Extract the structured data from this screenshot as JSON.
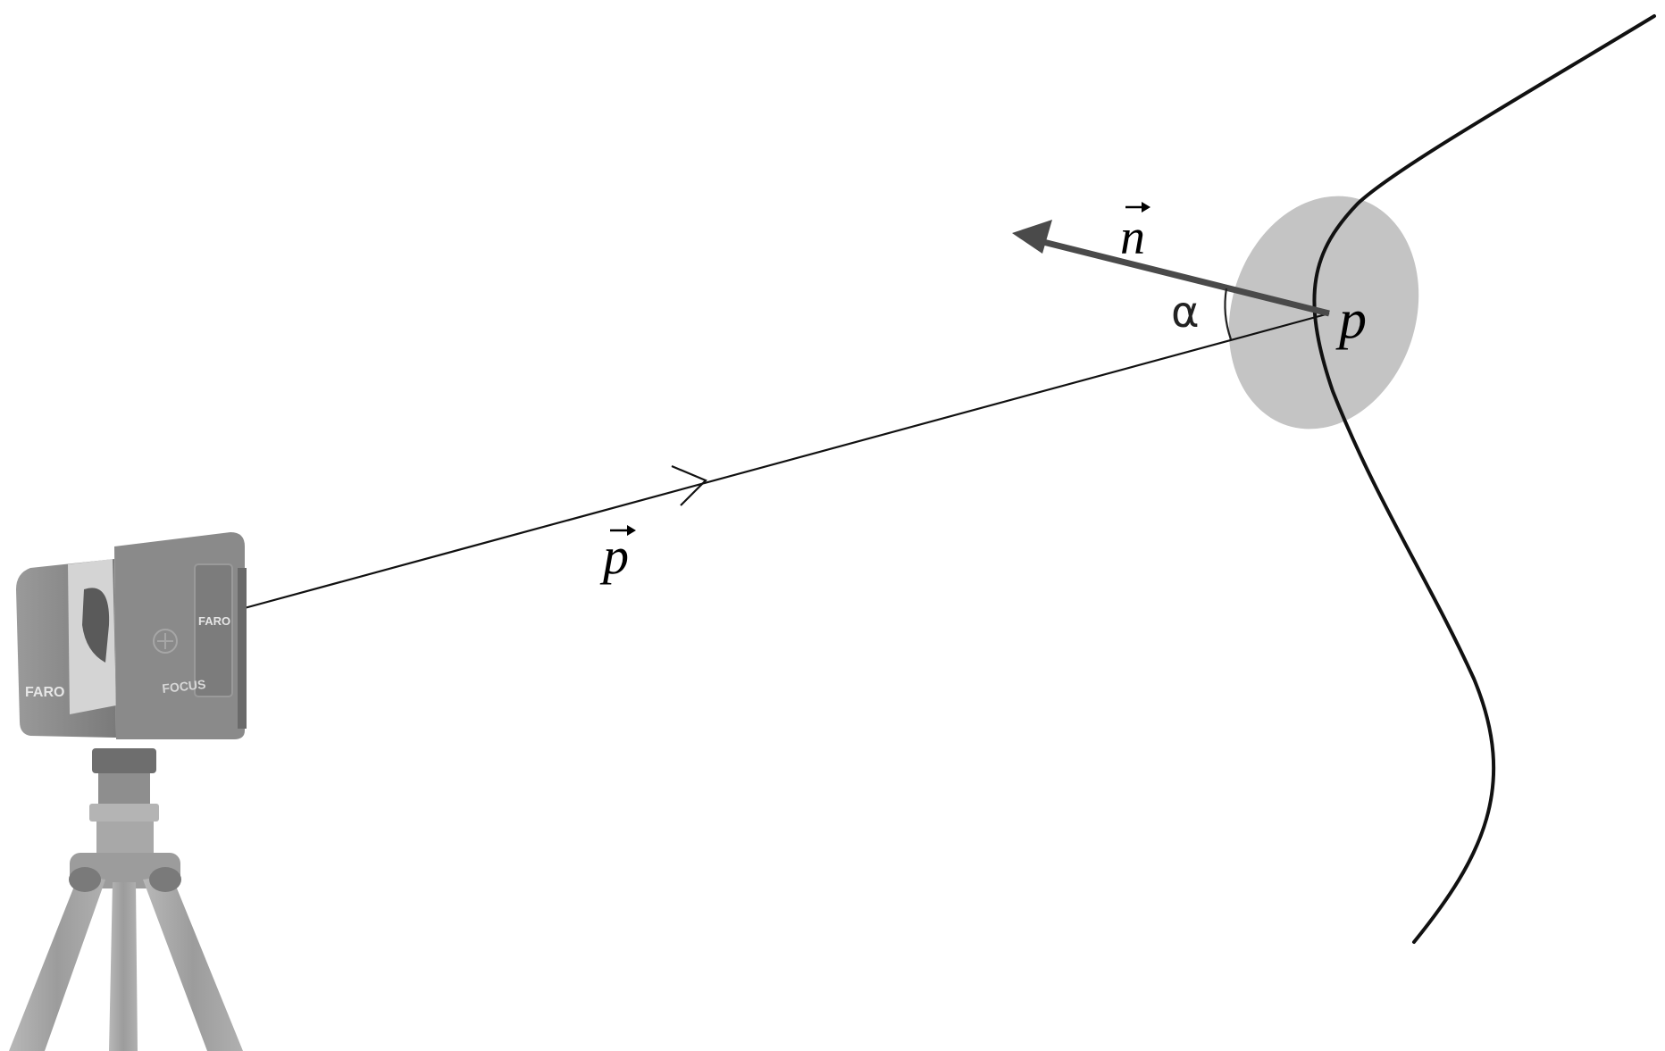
{
  "diagram": {
    "labels": {
      "normal_vector": "n",
      "point": "p",
      "position_vector": "p",
      "angle": "α"
    },
    "scanner": {
      "brand": "FARO",
      "model": "FOCUS"
    },
    "colors": {
      "curve": "#111111",
      "normal_arrow": "#4a4a4a",
      "patch": "#c4c4c4",
      "ray": "#111111",
      "scanner_body": "#8c8c8c",
      "tripod": "#a6a6a6"
    }
  }
}
